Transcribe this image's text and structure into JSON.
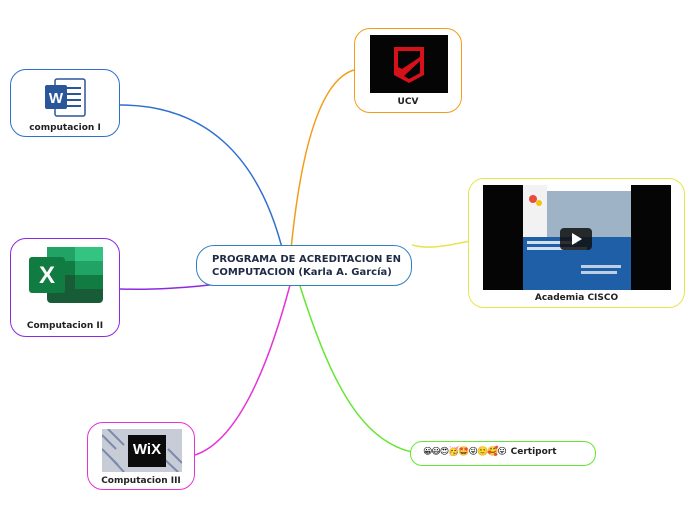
{
  "central": {
    "line1": "PROGRAMA DE ACREDITACION EN",
    "line2": "COMPUTACION (Karla A. García)"
  },
  "nodes": {
    "computacion1": {
      "label": "computacion I",
      "image": "word-icon",
      "border": "#2f6fd0",
      "link": "#2f6fd0"
    },
    "computacion2": {
      "label": "Computacion II",
      "image": "excel-icon",
      "border": "#8a2be2",
      "link": "#8a2be2"
    },
    "computacion3": {
      "label": "Computacion III",
      "image": "wix-logo",
      "logo_text": "WiX",
      "border": "#e633d6",
      "link": "#e633d6"
    },
    "ucv": {
      "label": "UCV",
      "image": "ucv-logo",
      "border": "#f39c1a",
      "link": "#f39c1a"
    },
    "cisco": {
      "label": "Academia CISCO",
      "image": "video-thumbnail",
      "border": "#e6e64a",
      "link": "#e6e64a"
    },
    "certiport": {
      "label": "Certiport",
      "emojis": "😀😃😍🥳🤩😜🙂🥰😛",
      "border": "#66e633",
      "link": "#66e633"
    }
  }
}
